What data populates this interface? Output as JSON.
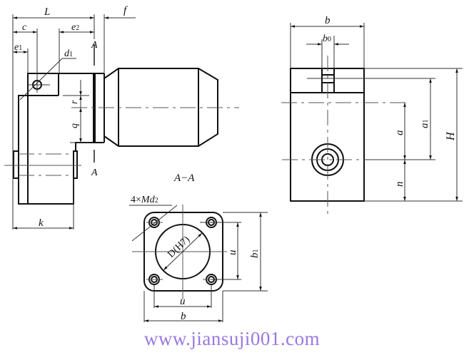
{
  "drawing": {
    "title": "Gear reducer outline dimension drawing",
    "section_label": "A−A",
    "section_marker": "A",
    "watermark": "www.jiansuji001.com",
    "colors": {
      "line": "#111111",
      "centerline": "#555555",
      "watermark": "#9a78e0"
    }
  },
  "front_view": {
    "dims": {
      "L": "L",
      "f": "f",
      "c": "c",
      "e2": "e",
      "e2_sub": "2",
      "e1": "e",
      "e1_sub": "1",
      "d1": "d",
      "d1_sub": "1",
      "r": "r",
      "q": "q",
      "k": "k"
    },
    "section_top": "A",
    "section_bottom": "A"
  },
  "side_view": {
    "dims": {
      "b": "b",
      "b0": "b",
      "b0_sub": "0",
      "a": "a",
      "a1": "a",
      "a1_sub": "1",
      "H": "H",
      "n": "n"
    }
  },
  "section_view": {
    "title": "A−A",
    "hole_callout_prefix": "4×",
    "hole_callout": "Md",
    "hole_callout_sub": "2",
    "bore": "D(H7)",
    "dims": {
      "u_horizontal": "u",
      "b_horizontal": "b",
      "u_vertical": "u",
      "b1": "b",
      "b1_sub": "1"
    }
  }
}
